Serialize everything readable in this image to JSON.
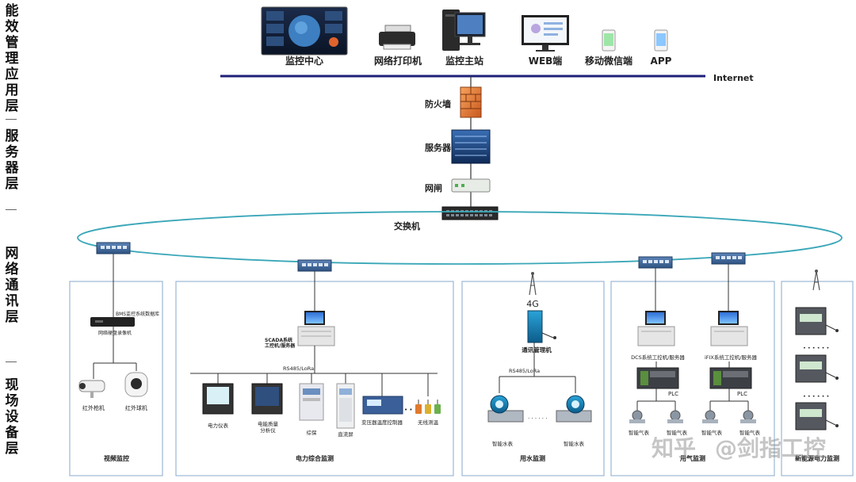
{
  "layers": {
    "app": "能效管理应用层",
    "server": "服务器层",
    "network": "网络通讯层",
    "field": "现场设备层"
  },
  "top": {
    "monitor_center": "监控中心",
    "network_printer": "网络打印机",
    "monitor_host": "监控主站",
    "web": "WEB端",
    "mobile_wechat": "移动微信端",
    "app": "APP",
    "internet": "Internet"
  },
  "server": {
    "firewall": "防火墙",
    "server": "服务器",
    "gateway": "网闸",
    "switch": "交换机"
  },
  "video": {
    "nvr_top": "BMS监控系统数据库",
    "nvr_bottom": "网络硬盘录像机",
    "ir_camera_1": "红外枪机",
    "ir_camera_2": "红外球机",
    "title": "视频监控"
  },
  "power": {
    "scada_1": "SCADA系统",
    "scada_2": "工控机/服务器",
    "bus": "RS485/LoRa",
    "dev1": "电力仪表",
    "dev2a": "电能质量",
    "dev2b": "分析仪",
    "dev3": "综保",
    "dev4": "直流屏",
    "dev5": "变压器温度控制器",
    "dots": "• • •",
    "dev6": "无线测温",
    "title": "电力综合监测"
  },
  "water": {
    "g4": "4G",
    "comm": "通讯管理机",
    "bus": "RS485/LoRa",
    "meter1": "智能水表",
    "dots": "· · · · · ·",
    "meter2": "智能水表",
    "title": "用水监测"
  },
  "gas": {
    "dcs": "DCS系统工控机/服务器",
    "ifix": "iFIX系统工控机/服务器",
    "plc1": "PLC",
    "plc2": "PLC",
    "m1": "智能气表",
    "m2": "智能气表",
    "m3": "智能气表",
    "m4": "智能气表",
    "title": "用气监测"
  },
  "newenergy": {
    "dots1": "• • • • • •",
    "dots2": "• • • • • •",
    "title": "新能源电力监测"
  },
  "watermark": {
    "zhihu": "知乎",
    "author": "@剑指工控"
  },
  "colors": {
    "bus_line": "#1f1f7a",
    "ring": "#3aa7b8",
    "panel_border": "#9bb7d6"
  }
}
